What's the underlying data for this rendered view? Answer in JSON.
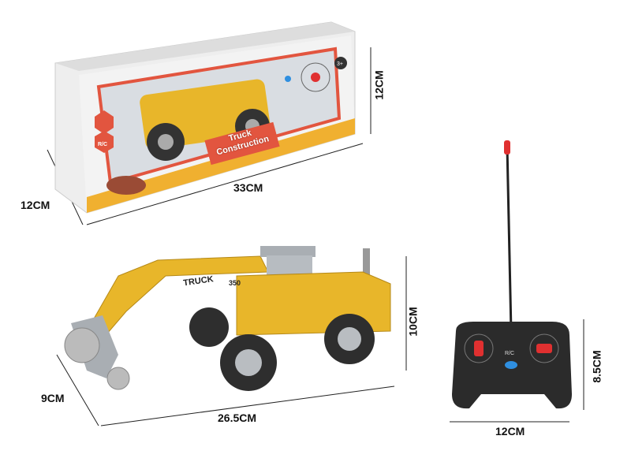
{
  "product": {
    "box": {
      "brand_logo_text": "Truck Construction",
      "badge_rc": "R/C",
      "badge_age": "3+",
      "dimensions": {
        "height": "12CM",
        "depth": "12CM",
        "length": "33CM"
      }
    },
    "truck": {
      "arm_logo_text": "TRUCK",
      "model_number": "350",
      "dimensions": {
        "height": "10CM",
        "depth": "9CM",
        "length": "26.5CM"
      }
    },
    "remote": {
      "label": "R/C",
      "dimensions": {
        "height": "8.5CM",
        "width": "12CM"
      }
    }
  },
  "colors": {
    "truck_yellow": "#e8b62a",
    "box_red": "#e2553f",
    "remote_black": "#2b2b2b",
    "accent_red": "#e03030",
    "accent_blue": "#2f8fe0"
  }
}
